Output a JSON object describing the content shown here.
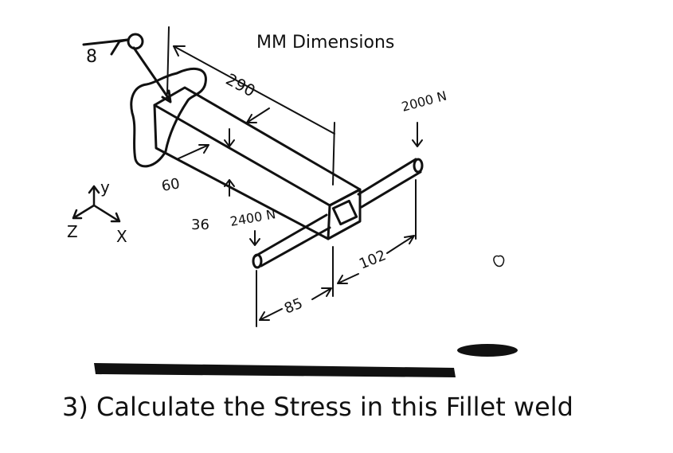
{
  "diagram": {
    "title": "MM Dimensions",
    "weld_symbol_label": "8",
    "dimensions": {
      "length": "290",
      "width": "60",
      "height": "36",
      "left_pin": "85",
      "right_pin": "102"
    },
    "loads": {
      "right": "2000 N",
      "left": "2400 N"
    },
    "axes": {
      "y": "y",
      "z": "Z",
      "x": "X"
    }
  },
  "question": "3) Calculate the Stress in this Fillet weld"
}
